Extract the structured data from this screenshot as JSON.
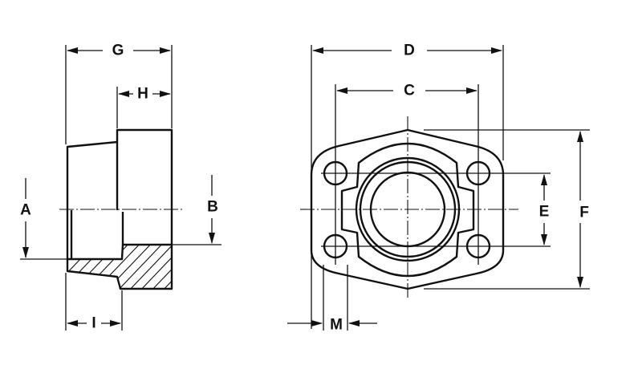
{
  "labels": {
    "A": "A",
    "B": "B",
    "C": "C",
    "D": "D",
    "E": "E",
    "F": "F",
    "G": "G",
    "H": "H",
    "I": "I",
    "M": "M"
  },
  "views": [
    "side-section-view",
    "front-view"
  ]
}
